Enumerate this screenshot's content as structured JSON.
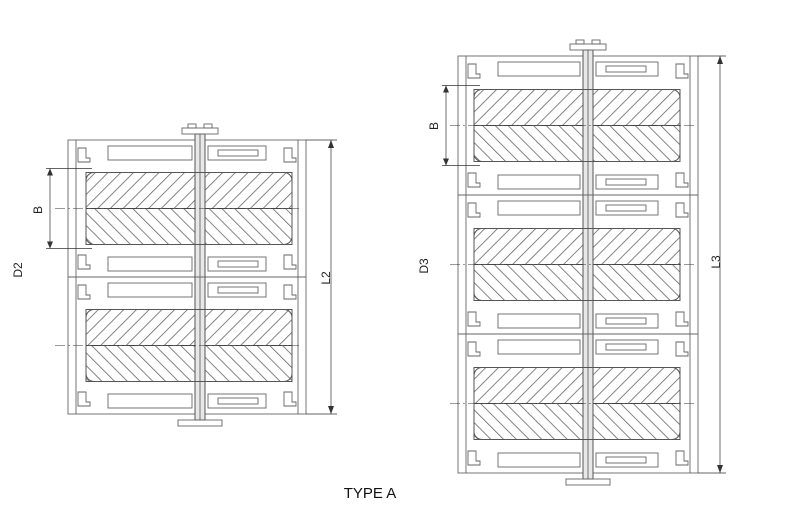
{
  "drawing": {
    "caption": "TYPE A",
    "assembly_left": {
      "label_height": "D2",
      "label_length": "L2",
      "label_section": "B",
      "wheel_count": 2
    },
    "assembly_right": {
      "label_height": "D3",
      "label_length": "L3",
      "label_section": "B",
      "wheel_count": 3
    }
  },
  "colors": {
    "line": "#555555",
    "hatch": "#666666",
    "text": "#222222",
    "background": "#ffffff"
  }
}
